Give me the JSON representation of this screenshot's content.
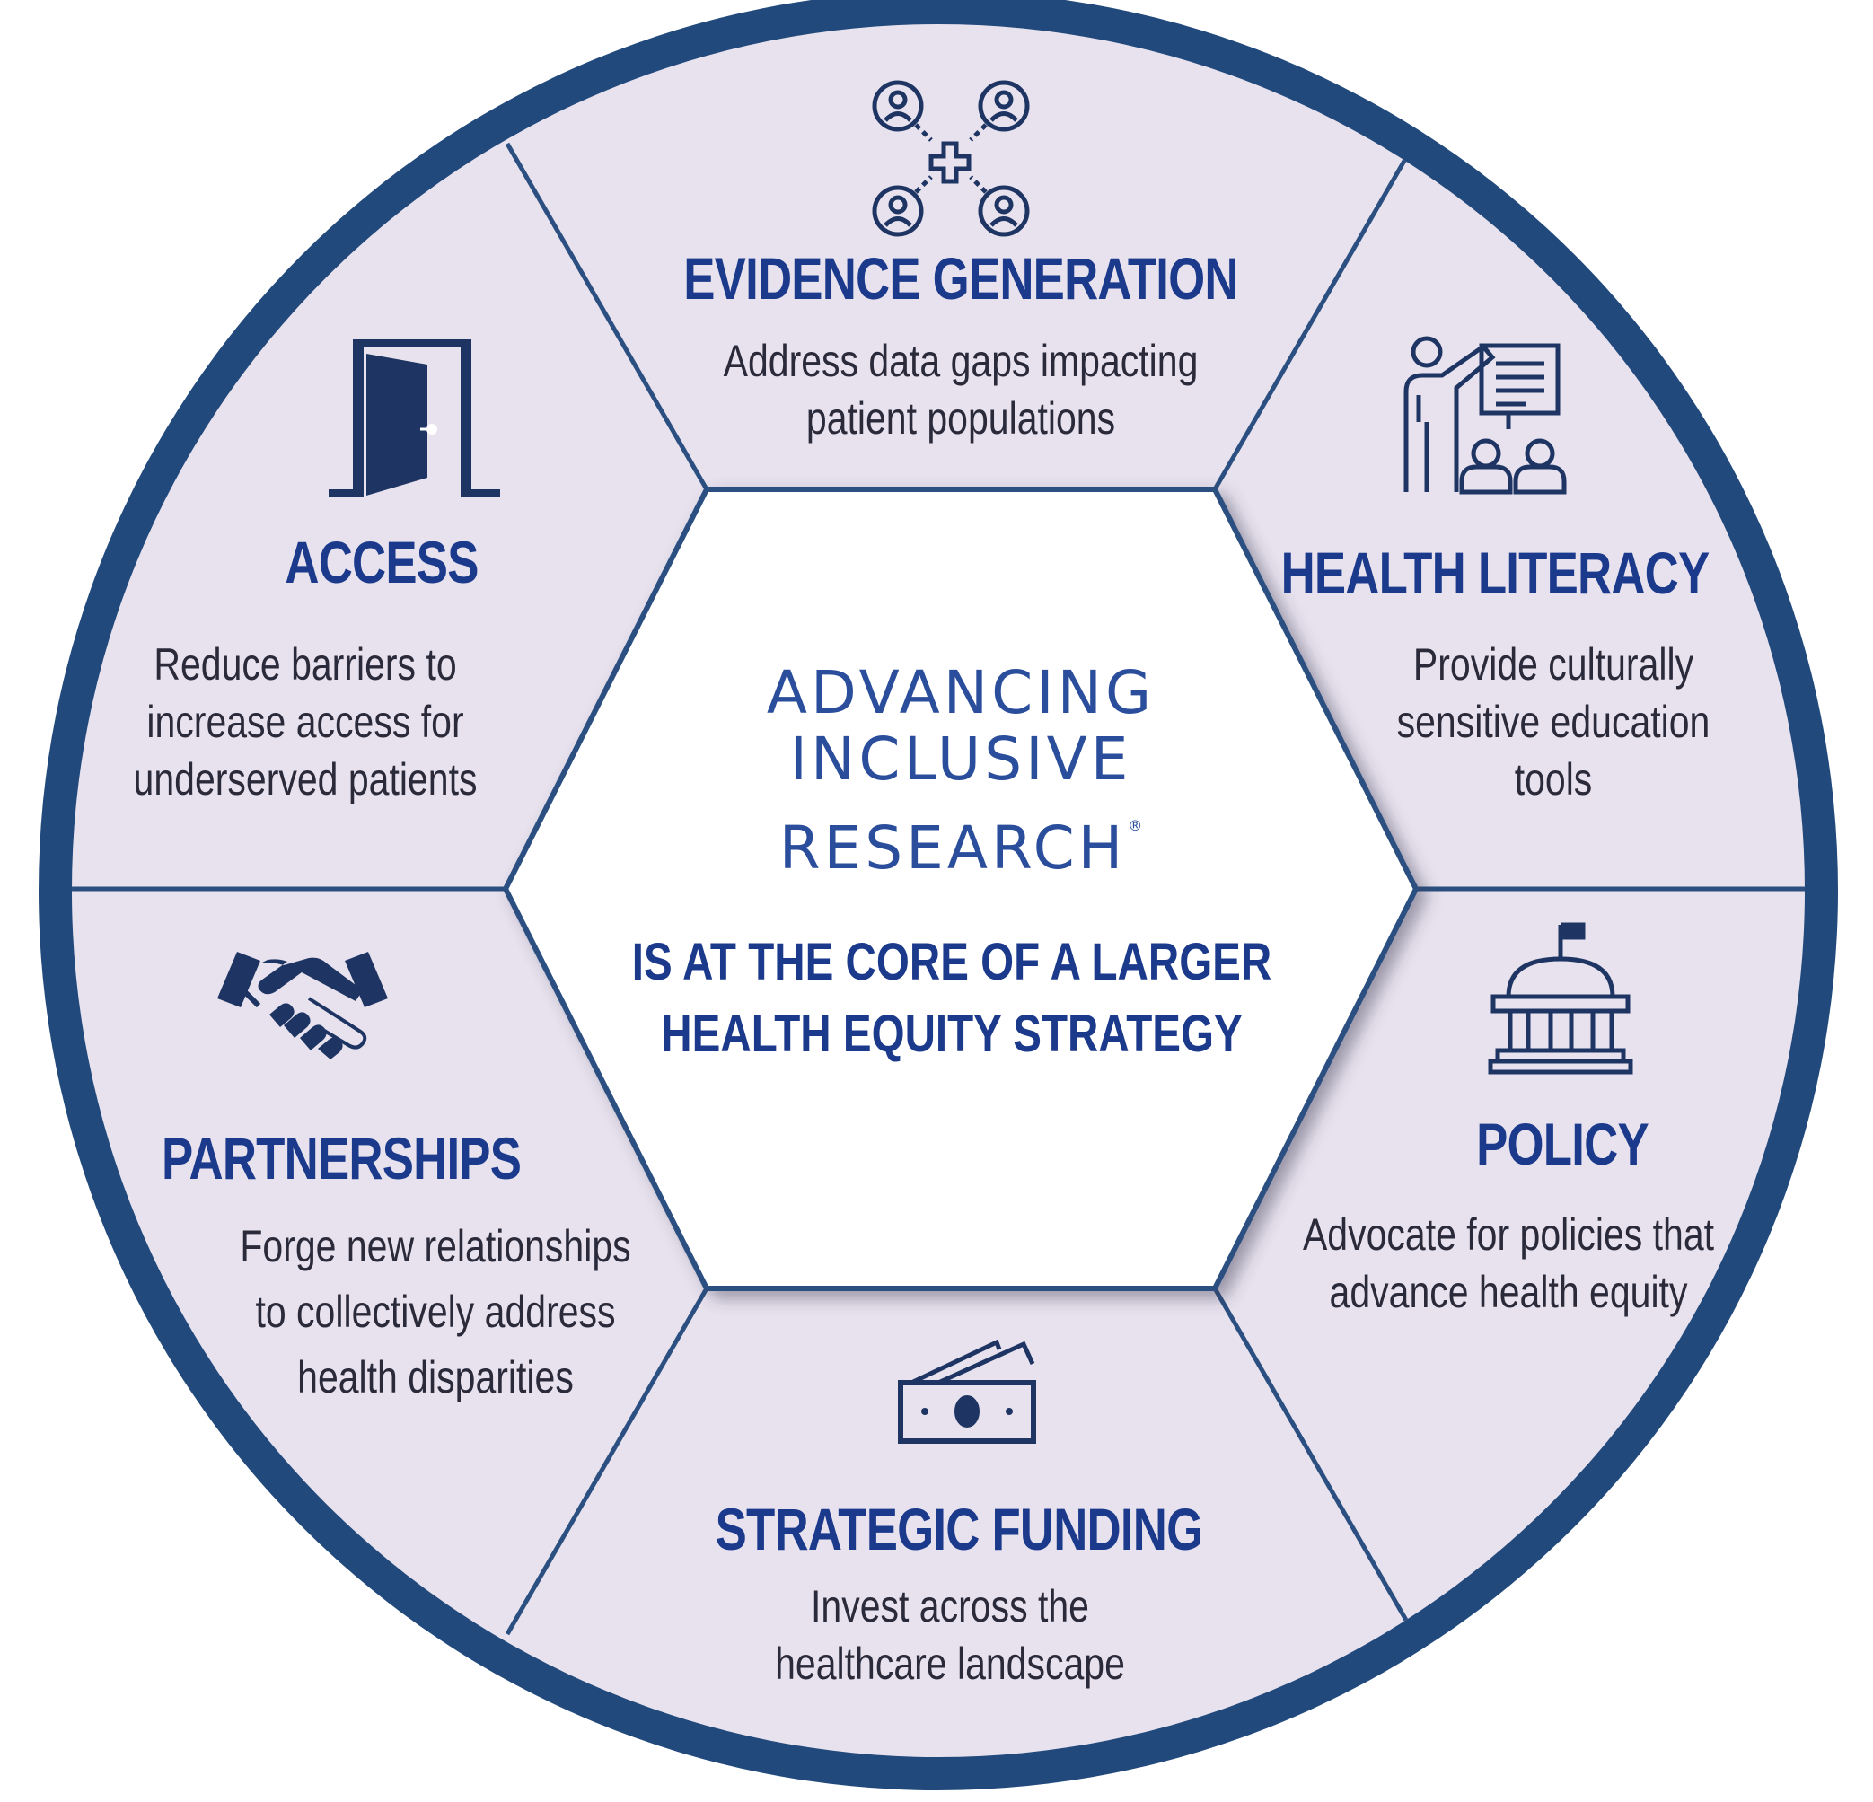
{
  "colors": {
    "ring": "#21497c",
    "segment_fill": "#e8e2ee",
    "divider": "#2a4f80",
    "center_fill": "#ffffff",
    "heading": "#1b3a8c",
    "body_text": "#2a2a3a",
    "icon": "#1e3563"
  },
  "center": {
    "brand_line1": "ADVANCING",
    "brand_line2": "INCLUSIVE",
    "brand_line3": "RESEARCH",
    "brand_mark": "®",
    "tagline_line1": "IS AT THE CORE OF A LARGER",
    "tagline_line2": "HEALTH EQUITY STRATEGY"
  },
  "segments": {
    "evidence": {
      "icon": "people-network-icon",
      "title": "EVIDENCE GENERATION",
      "line1": "Address data gaps impacting",
      "line2": "patient populations"
    },
    "health_literacy": {
      "icon": "teacher-presentation-icon",
      "title": "HEALTH LITERACY",
      "line1": "Provide culturally",
      "line2": "sensitive education",
      "line3": "tools"
    },
    "policy": {
      "icon": "capitol-building-icon",
      "title": "POLICY",
      "line1": "Advocate for policies that",
      "line2": "advance health equity"
    },
    "strategic_funding": {
      "icon": "money-bills-icon",
      "title": "STRATEGIC FUNDING",
      "line1": "Invest across the",
      "line2": "healthcare landscape"
    },
    "partnerships": {
      "icon": "handshake-icon",
      "title": "PARTNERSHIPS",
      "line1": "Forge new relationships",
      "line2": "to collectively address",
      "line3": "health disparities"
    },
    "access": {
      "icon": "open-door-icon",
      "title": "ACCESS",
      "line1": "Reduce barriers to",
      "line2": "increase access for",
      "line3": "underserved patients"
    }
  }
}
